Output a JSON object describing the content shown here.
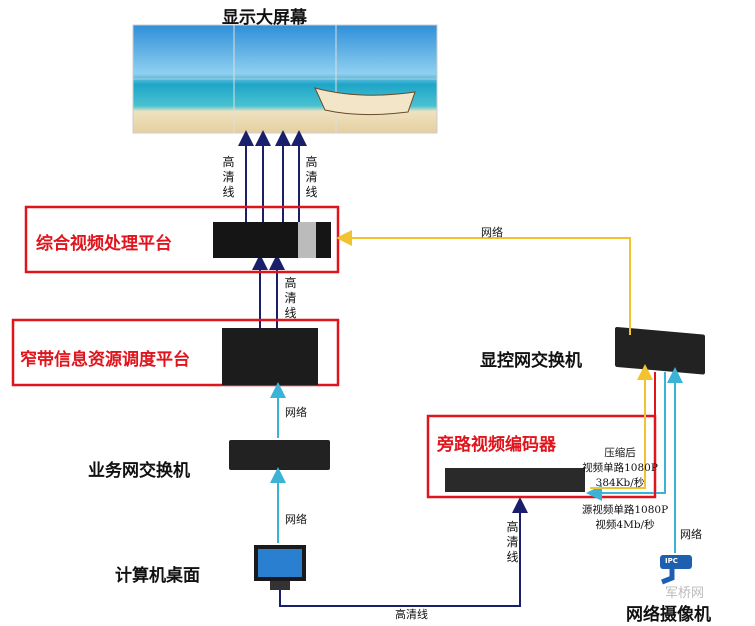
{
  "title": "显示大屏幕",
  "nodes": {
    "video_platform": "综合视频处理平台",
    "narrowband_platform": "窄带信息资源调度平台",
    "business_switch": "业务网交换机",
    "desktop": "计算机桌面",
    "encoder": "旁路视频编码器",
    "display_switch": "显控网交换机",
    "camera": "网络摄像机",
    "camera_tag": "IPC"
  },
  "links": {
    "hd": "高清线",
    "net": "网络"
  },
  "notes": {
    "compressed": [
      "压缩后",
      "视频单路1080P",
      "384Kb/秒"
    ],
    "source": [
      "源视频单路1080P",
      "视频4Mb/秒"
    ]
  },
  "watermark": "军桥网",
  "colors": {
    "red": "#e0141c",
    "navy": "#1a1f6b",
    "cyan": "#3bb3d6",
    "yellow": "#f2c230"
  }
}
